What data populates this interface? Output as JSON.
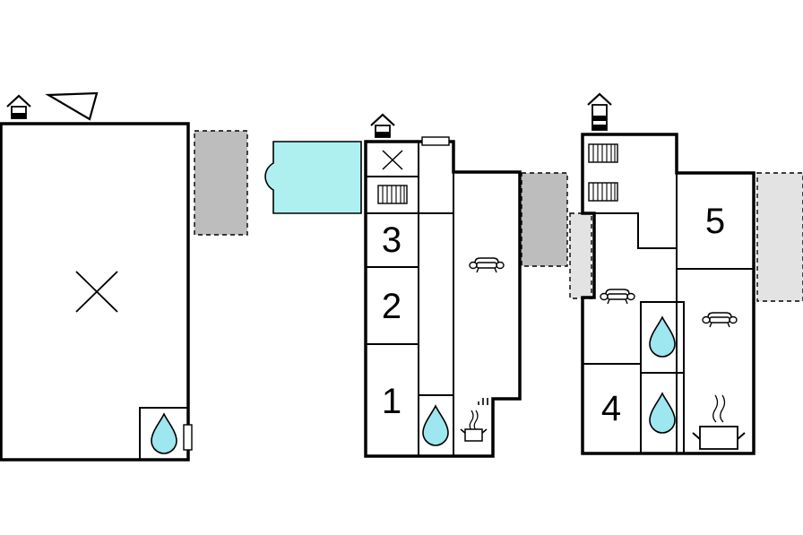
{
  "rooms": {
    "room_1": "1",
    "room_2": "2",
    "room_3": "3",
    "room_4": "4",
    "room_5": "5"
  },
  "icons": {
    "entrance": "entrance-icon",
    "north_arrow": "north-arrow-icon",
    "void": "void-cross-icon",
    "stairs": "stairs-icon",
    "bathroom": "water-drop-icon",
    "living": "sofa-icon",
    "kitchen": "cooking-pot-icon",
    "pool": "swimming-pool",
    "terrace": "terrace-area"
  },
  "colors": {
    "pool": "#aef0f0",
    "water_drop": "#9ee6f0",
    "terrace_dark": "#bdbdbd",
    "terrace_light": "#e3e3e3",
    "walls": "#000000"
  }
}
